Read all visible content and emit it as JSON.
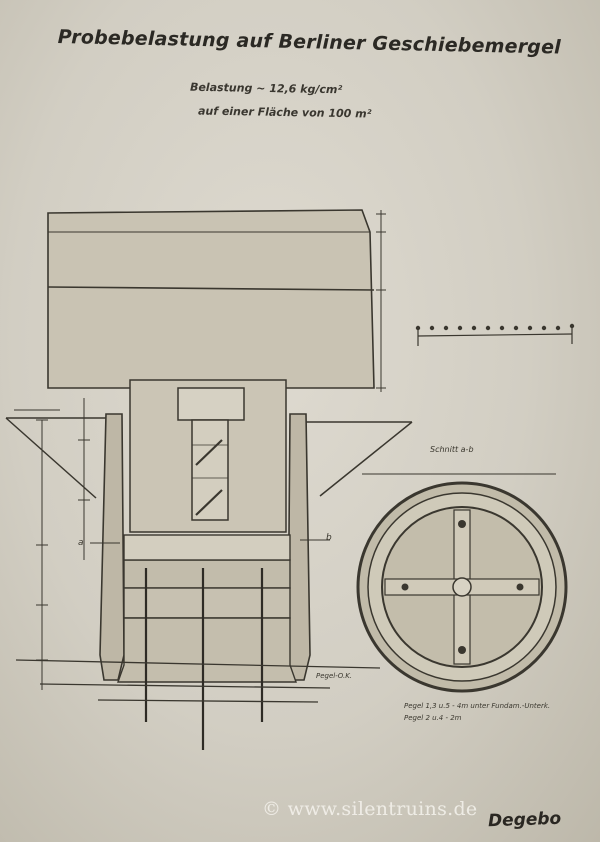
{
  "title": "Probebelastung auf Berliner Geschiebemergel",
  "subtitle_line1": "Belastung ~ 12,6 kg/cm²",
  "subtitle_line2": "auf einer Fläche von 100 m²",
  "section_label": "Schnitt a-b",
  "legend_line_1": "Pegel 1,3 u.5 - 4m unter Fundam.-Unterk.",
  "legend_line_2": "Pegel 2 u.4 - 2m",
  "ground_label": "Pegel-O.K.",
  "section_marks": {
    "left": "a",
    "right": "b"
  },
  "watermark": "© www.silentruins.de",
  "logo": "Degebo"
}
